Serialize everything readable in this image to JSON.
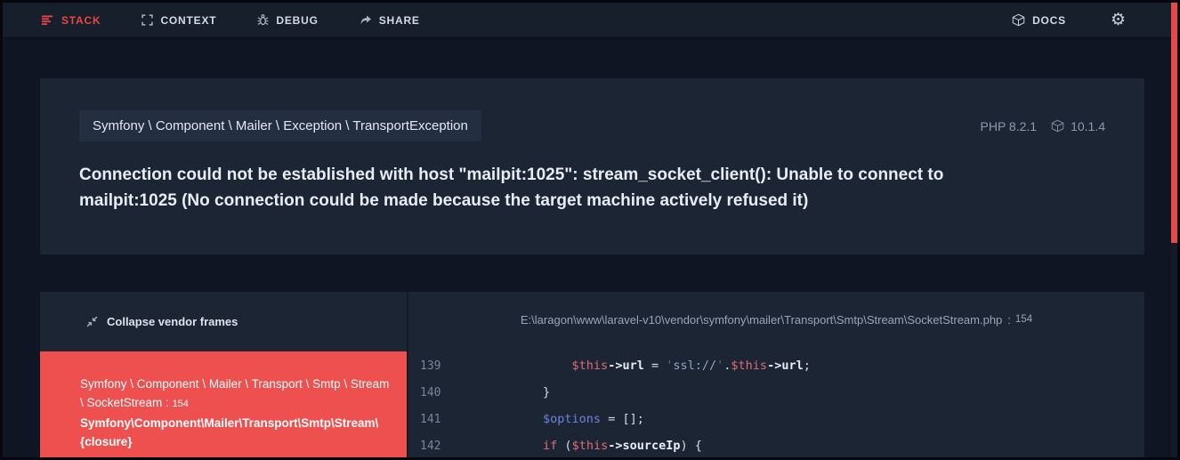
{
  "nav": {
    "stack": "STACK",
    "context": "CONTEXT",
    "debug": "DEBUG",
    "share": "SHARE",
    "docs": "DOCS"
  },
  "versions": {
    "php": "PHP 8.2.1",
    "framework": "10.1.4"
  },
  "exception": {
    "class": "Symfony \\ Component \\ Mailer \\ Exception \\ TransportException",
    "message": "Connection could not be established with host \"mailpit:1025\": stream_socket_client(): Unable to connect to mailpit:1025 (No connection could be made because the target machine actively refused it)"
  },
  "stack": {
    "collapse_label": "Collapse vendor frames",
    "frame": {
      "class_path": "Symfony \\ Component \\ Mailer \\ Transport \\ Smtp \\ Stream \\ SocketStream",
      "sep": " : ",
      "line": "154",
      "method_lines": {
        "0": "Symfony\\Component\\Mailer\\Transport\\Smtp\\Stream\\",
        "1": "{closure}"
      }
    }
  },
  "code": {
    "file_path": "E:\\laragon\\www\\laravel-v10\\vendor\\symfony\\mailer\\Transport\\Smtp\\Stream\\SocketStream.php",
    "file_sep": ":",
    "file_line": "154",
    "lines": [
      {
        "no": "139",
        "tokens": [
          [
            "            ",
            "plain"
          ],
          [
            "$this",
            "var"
          ],
          [
            "->url",
            "prop"
          ],
          [
            " = ",
            "plain"
          ],
          [
            "'",
            "q"
          ],
          [
            "ssl://",
            "str"
          ],
          [
            "'",
            "q"
          ],
          [
            ".",
            "plain"
          ],
          [
            "$this",
            "var"
          ],
          [
            "->url",
            "prop"
          ],
          [
            ";",
            "plain"
          ]
        ]
      },
      {
        "no": "140",
        "tokens": [
          [
            "        }",
            "plain"
          ]
        ]
      },
      {
        "no": "141",
        "tokens": [
          [
            "        ",
            "plain"
          ],
          [
            "$options",
            "var2"
          ],
          [
            " = [];",
            "plain"
          ]
        ]
      },
      {
        "no": "142",
        "tokens": [
          [
            "        ",
            "plain"
          ],
          [
            "if",
            "kw"
          ],
          [
            " (",
            "plain"
          ],
          [
            "$this",
            "var"
          ],
          [
            "->sourceIp",
            "prop"
          ],
          [
            ") {",
            "plain"
          ]
        ]
      }
    ]
  },
  "colors": {
    "accent_red": "#ef4444",
    "selected_frame_red": "#ee4f4f",
    "card_bg": "#1c2533",
    "page_bg": "#0f1523"
  }
}
